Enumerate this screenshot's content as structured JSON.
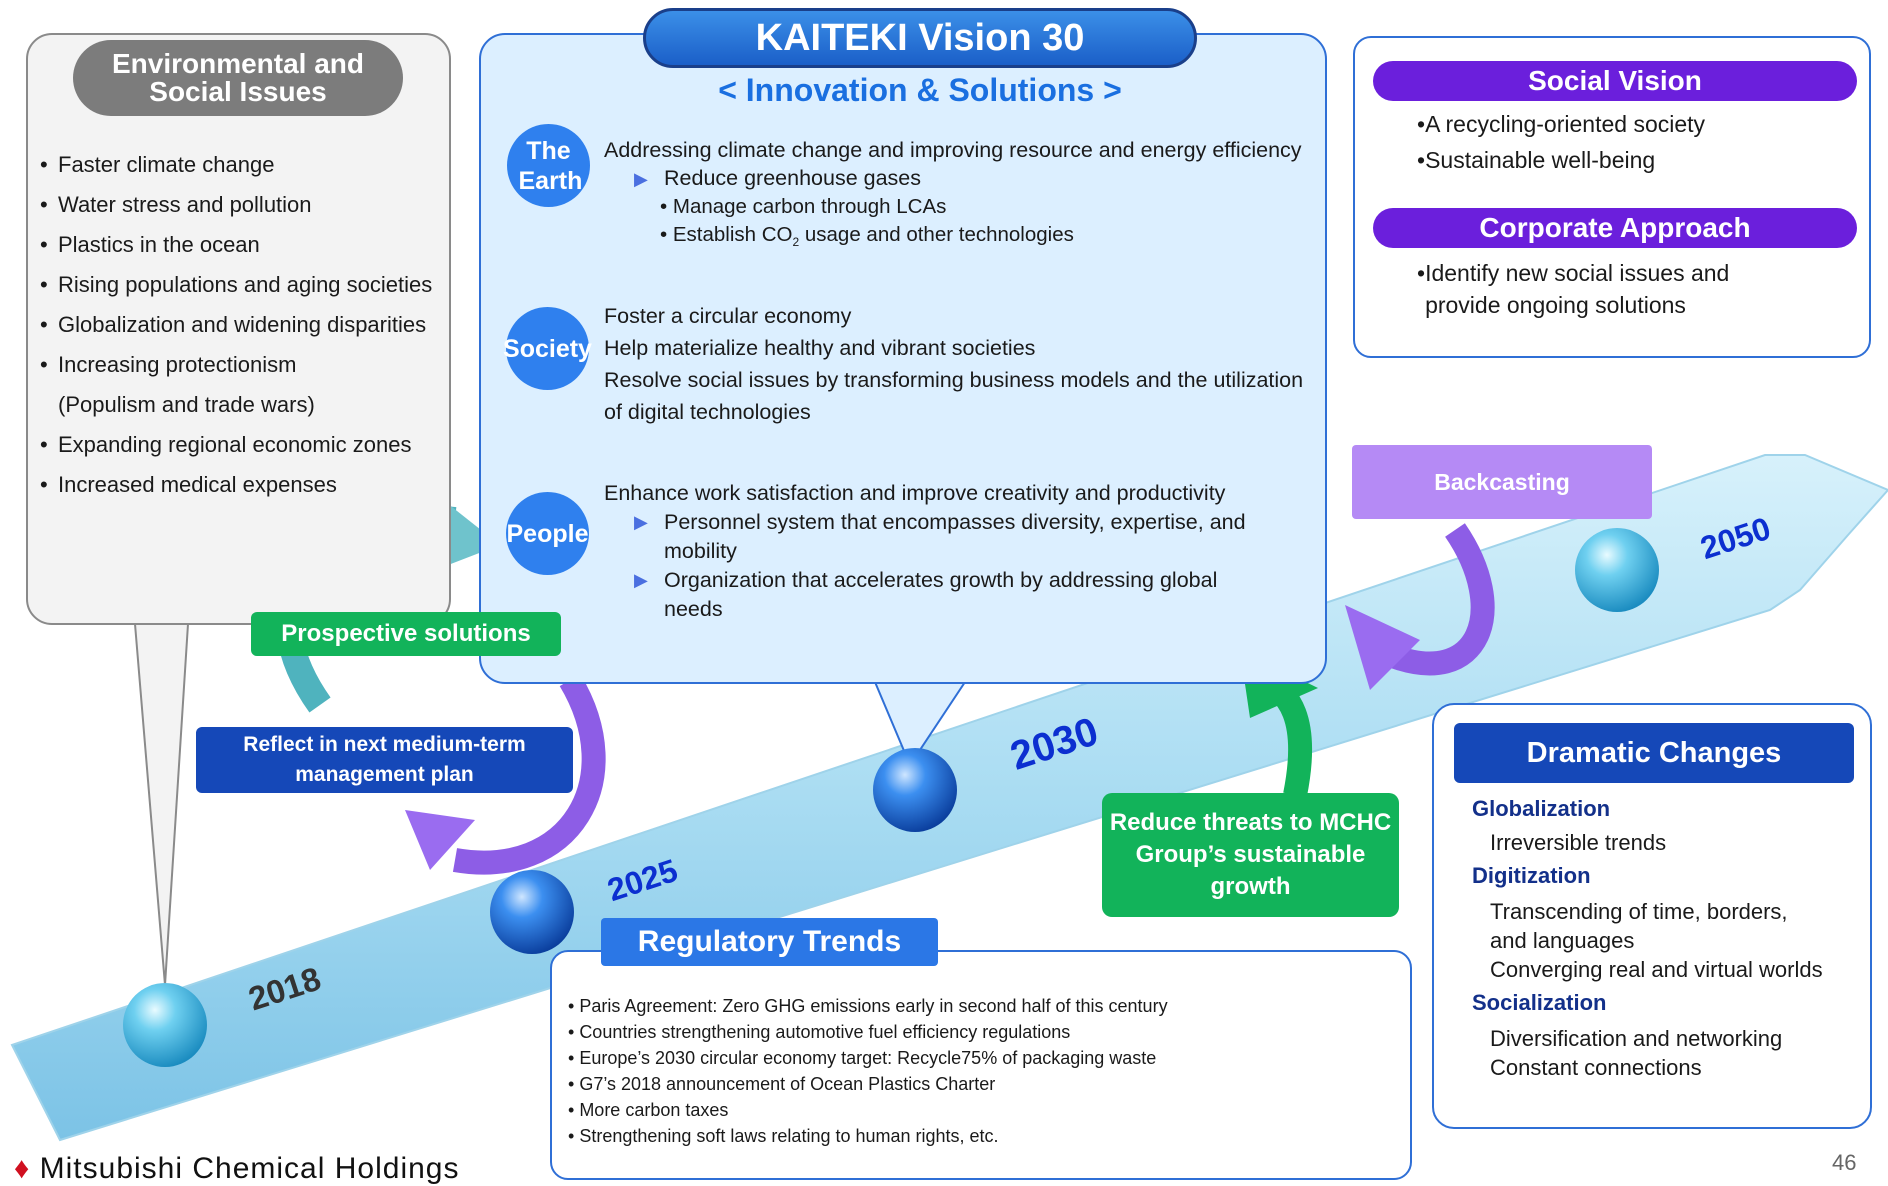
{
  "environmental": {
    "title": "Environmental and Social Issues",
    "items": [
      "Faster climate change",
      "Water stress and pollution",
      "Plastics in the ocean",
      "Rising populations and aging  societies",
      "Globalization and widening disparities",
      "Increasing protectionism",
      "(Populism and trade wars)",
      "Expanding regional economic zones",
      "Increased medical expenses"
    ]
  },
  "kaiteki": {
    "title": "KAITEKI Vision 30",
    "subtitle": "< Innovation & Solutions >",
    "earth": {
      "label": "The Earth",
      "heading": "Addressing climate change and improving resource and energy efficiency",
      "bullet": "Reduce greenhouse gases",
      "sub1": "• Manage carbon through LCAs",
      "sub2_a": "• Establish CO",
      "sub2_sub": "2",
      "sub2_b": " usage and other technologies"
    },
    "society": {
      "label": "Society",
      "line1": "Foster a circular economy",
      "line2": "Help materialize healthy and vibrant societies",
      "line3": "Resolve social issues by transforming business models and the utilization of digital technologies"
    },
    "people": {
      "label": "People",
      "heading": "Enhance work satisfaction and improve creativity and productivity",
      "bullet1": "Personnel system that encompasses diversity, expertise, and mobility",
      "bullet2": "Organization that accelerates growth by addressing global needs"
    }
  },
  "vision": {
    "social_title": "Social Vision",
    "social_items": [
      "A recycling-oriented society",
      "Sustainable well-being"
    ],
    "corporate_title": "Corporate Approach",
    "corporate_item": "Identify new social issues and provide ongoing solutions"
  },
  "labels": {
    "prospective": "Prospective solutions",
    "reflect": "Reflect in next medium-term management plan",
    "reduce": "Reduce threats to MCHC Group’s sustainable growth",
    "backcasting": "Backcasting"
  },
  "years": {
    "y2018": "2018",
    "y2025": "2025",
    "y2030": "2030",
    "y2050": "2050"
  },
  "regulatory": {
    "title": "Regulatory Trends",
    "items": [
      "Paris Agreement: Zero GHG emissions early in second half of this century",
      "Countries strengthening automotive fuel efficiency regulations",
      "Europe’s 2030 circular economy target: Recycle75% of packaging waste",
      "G7’s 2018 announcement of Ocean Plastics Charter",
      "More carbon taxes",
      "Strengthening soft laws relating to human rights, etc."
    ]
  },
  "dramatic": {
    "title": "Dramatic Changes",
    "globalization": "Globalization",
    "globalization_text": "Irreversible trends",
    "digitization": "Digitization",
    "digitization_text1": "Transcending of time, borders, and languages",
    "digitization_text2": "Converging real and virtual worlds",
    "socialization": "Socialization",
    "socialization_text1": "Diversification and networking",
    "socialization_text2": "Constant connections"
  },
  "footer": {
    "page_number": "46",
    "company": "Mitsubishi Chemical Holdings"
  },
  "colors": {
    "accent_blue": "#2f80ee",
    "purple": "#6b1fdc",
    "green": "#12b35a",
    "navy": "#1548b8"
  }
}
